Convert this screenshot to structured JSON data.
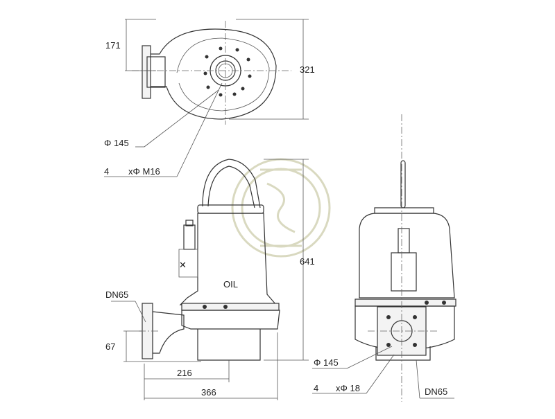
{
  "top_view": {
    "dim_height_171": "171",
    "dim_height_321": "321",
    "label_bolt_circle": "Φ 145",
    "label_bolts_count": "4",
    "label_bolts_size": "xΦ M16"
  },
  "side_view": {
    "label_outlet": "DN65",
    "dim_height_67": "67",
    "dim_height_641": "641",
    "dim_width_216": "216",
    "dim_width_366": "366",
    "oil_label": "OIL"
  },
  "front_view": {
    "label_bolt_circle": "Φ 145",
    "label_holes_count": "4",
    "label_holes_size": "xΦ 18",
    "label_outlet": "DN65"
  },
  "colors": {
    "line": "#333333",
    "watermark": "#d9d9c0"
  }
}
